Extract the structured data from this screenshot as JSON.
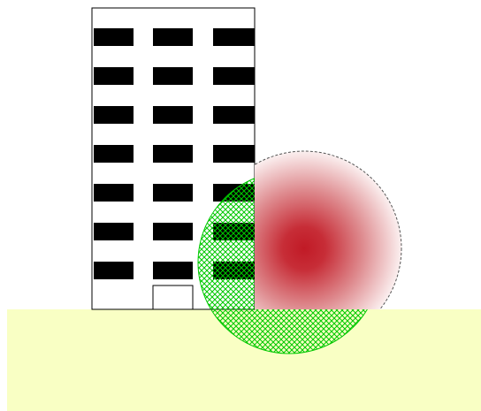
{
  "colors": {
    "background": "#ffffff",
    "building_fill": "#ffffff",
    "building_outline": "#000000",
    "window_fill": "#000000",
    "ground_fill": "#f9ffc4",
    "hatch_color": "#00c800",
    "radial_center": "#c11a26",
    "radial_edge": "#fbf0f0",
    "dashed_outline": "#555555"
  },
  "building": {
    "window_rows": 7,
    "window_columns": 3,
    "has_door": true
  },
  "hatched_circle": {
    "pattern": "cross-hatch"
  },
  "radial_circle": {
    "gradient": "radial",
    "outline_style": "dashed"
  }
}
